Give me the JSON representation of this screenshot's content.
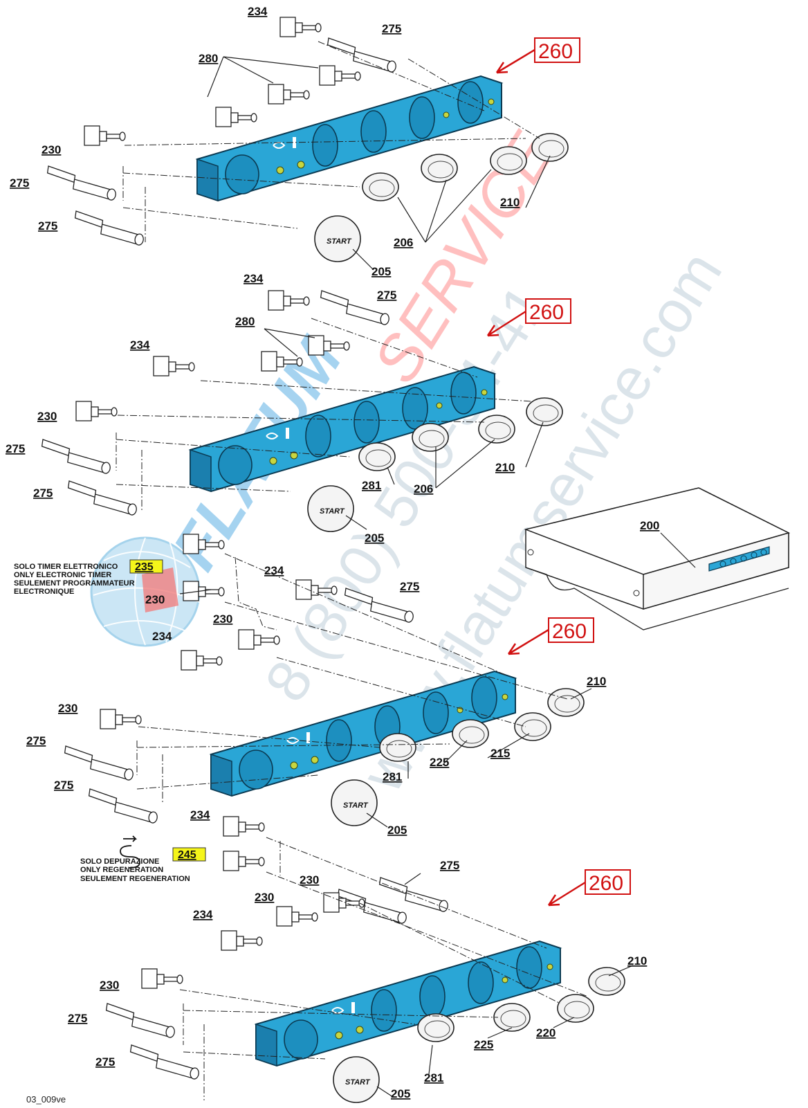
{
  "diagram": {
    "code": "03_009ve",
    "reference_label": "260",
    "watermark": {
      "brand_part1": "FLATUM",
      "brand_part2": "SERVICE",
      "phone": "8 (800) 500-34-41",
      "url": "www.flatumservice.com"
    },
    "notes": {
      "timer": {
        "part": "235",
        "line1": "SOLO TIMER ELETTRONICO",
        "line2": "ONLY ELECTRONIC TIMER",
        "line3": "SEULEMENT PROGRAMMATEUR",
        "line4": "ELECTRONIQUE"
      },
      "regen": {
        "part": "245",
        "line1": "SOLO DEPURAZIONE",
        "line2": "ONLY REGENERATION",
        "line3": "SEULEMENT REGENERATION"
      }
    },
    "start_label": "START",
    "part_labels": [
      "234",
      "275",
      "280",
      "230",
      "275",
      "275",
      "206",
      "210",
      "205",
      "234",
      "275",
      "280",
      "234",
      "230",
      "275",
      "275",
      "281",
      "206",
      "210",
      "205",
      "200",
      "230",
      "234",
      "275",
      "230",
      "234",
      "230",
      "275",
      "275",
      "210",
      "281",
      "225",
      "215",
      "205",
      "234",
      "275",
      "230",
      "230",
      "234",
      "230",
      "275",
      "275",
      "210",
      "281",
      "225",
      "220",
      "205"
    ]
  }
}
